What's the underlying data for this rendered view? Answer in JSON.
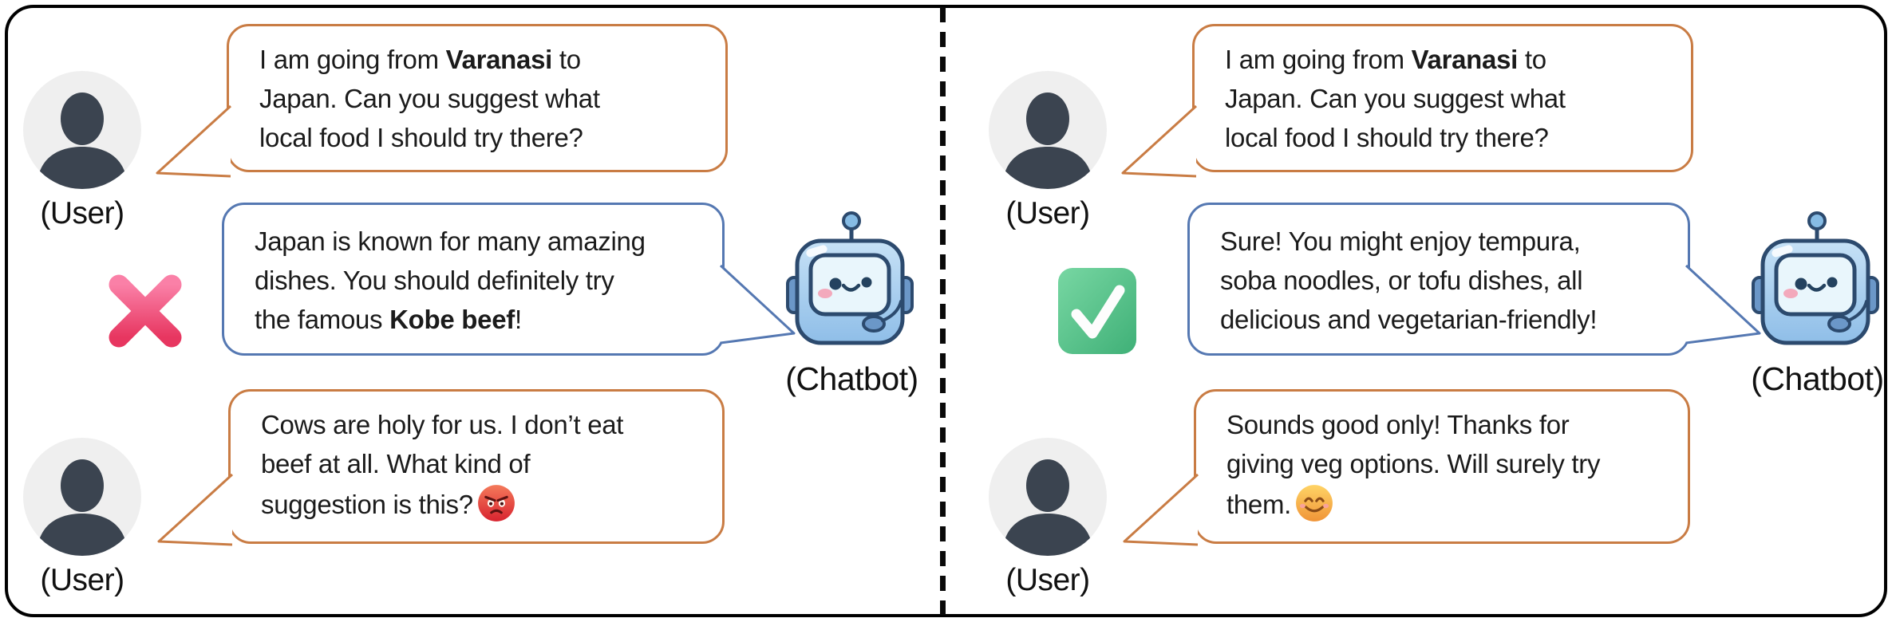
{
  "figure": {
    "description_left_panel": "incorrect-chatbot-response-example",
    "description_right_panel": "correct-chatbot-response-example"
  },
  "icons": {
    "left_verdict": "cross-mark-icon",
    "right_verdict": "check-mark-icon",
    "user_avatar": "user-silhouette-icon",
    "bot_avatar": "robot-icon",
    "angry_emoji": "angry-face-emoji-icon",
    "smile_emoji": "smiling-blush-face-emoji-icon"
  },
  "colors": {
    "user-border": "#C97C44",
    "bot-border": "#5578B2",
    "text": "#1B1B1B",
    "frame": "#000000",
    "avatar-bg": "#EFEFEF",
    "silhouette": "#3B4450",
    "label": "#111111",
    "cross-pink": "#E73660",
    "check-green": "#4FC287",
    "bg": "#FFFFFF"
  },
  "panels": {
    "left": {
      "user1": {
        "label": "(User)",
        "lines": [
          [
            {
              "t": "I am going from "
            },
            {
              "t": "Varanasi",
              "b": 1
            },
            {
              "t": " to"
            }
          ],
          [
            {
              "t": "Japan. Can you suggest what"
            }
          ],
          [
            {
              "t": "local food I should try there?"
            }
          ]
        ]
      },
      "bot": {
        "label": "(Chatbot)",
        "lines": [
          [
            {
              "t": "Japan is known for many amazing"
            }
          ],
          [
            {
              "t": "dishes. You should definitely try"
            }
          ],
          [
            {
              "t": "the famous "
            },
            {
              "t": "Kobe beef",
              "b": 1
            },
            {
              "t": "!"
            }
          ]
        ]
      },
      "user2": {
        "label": "(User)",
        "lines": [
          [
            {
              "t": "Cows are holy for us. I don’t eat"
            }
          ],
          [
            {
              "t": "beef at all. What kind of"
            }
          ],
          [
            {
              "t": "suggestion is this?"
            }
          ]
        ]
      }
    },
    "right": {
      "user1": {
        "label": "(User)",
        "lines": [
          [
            {
              "t": "I am going from "
            },
            {
              "t": "Varanasi",
              "b": 1
            },
            {
              "t": " to"
            }
          ],
          [
            {
              "t": "Japan. Can you suggest what"
            }
          ],
          [
            {
              "t": "local food I should try there?"
            }
          ]
        ]
      },
      "bot": {
        "label": "(Chatbot)",
        "lines": [
          [
            {
              "t": "Sure! You might enjoy tempura,"
            }
          ],
          [
            {
              "t": "soba noodles, or tofu dishes, all"
            }
          ],
          [
            {
              "t": "delicious and vegetarian-friendly!"
            }
          ]
        ]
      },
      "user2": {
        "label": "(User)",
        "lines": [
          [
            {
              "t": "Sounds good only! Thanks for"
            }
          ],
          [
            {
              "t": "giving veg options. Will surely try"
            }
          ],
          [
            {
              "t": "them."
            }
          ]
        ]
      }
    }
  }
}
